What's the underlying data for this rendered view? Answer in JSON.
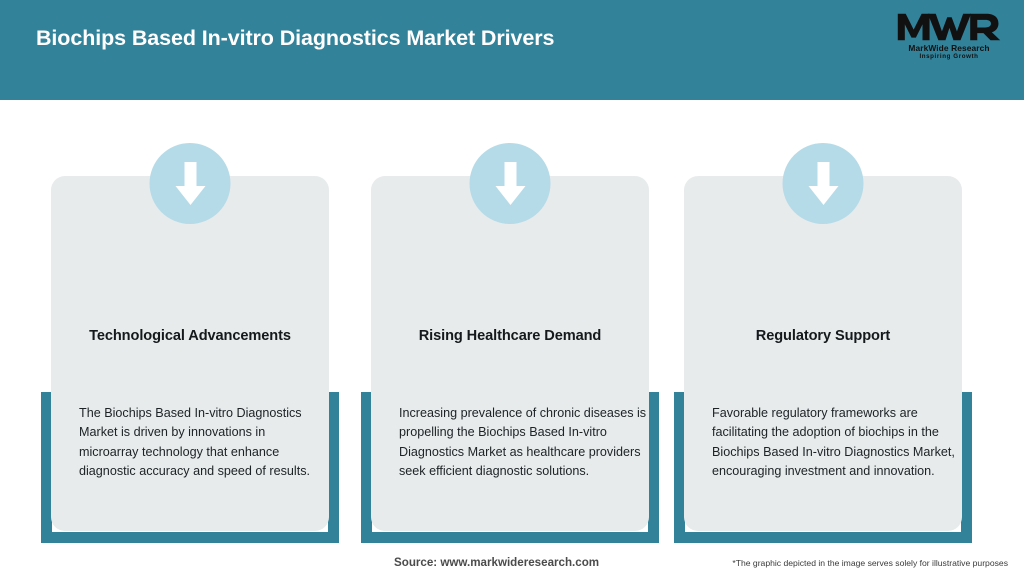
{
  "header": {
    "title": "Biochips Based In-vitro Diagnostics Market Drivers",
    "background_color": "#32829a",
    "title_color": "#ffffff"
  },
  "logo": {
    "mark": "MWR",
    "name": "MarkWide Research",
    "tagline": "Inspiring Growth"
  },
  "theme": {
    "accent": "#32829a",
    "card_background": "#e7ebec",
    "icon_circle": "#b5dbe8",
    "arrow": "#ffffff"
  },
  "cards": [
    {
      "icon": "down-arrow-icon",
      "title": "Technological Advancements",
      "body": "The Biochips Based In-vitro Diagnostics Market is driven by innovations in microarray technology that enhance diagnostic accuracy and speed of results."
    },
    {
      "icon": "down-arrow-icon",
      "title": "Rising Healthcare Demand",
      "body": "Increasing prevalence of chronic diseases is propelling the Biochips Based In-vitro Diagnostics Market as healthcare providers seek efficient diagnostic solutions."
    },
    {
      "icon": "down-arrow-icon",
      "title": "Regulatory Support",
      "body": "Favorable regulatory frameworks are facilitating the adoption of biochips in the Biochips Based In-vitro Diagnostics Market, encouraging investment and innovation."
    }
  ],
  "footer": {
    "source": "Source: www.markwideresearch.com",
    "note": "*The graphic depicted in the image serves solely for illustrative purposes"
  }
}
